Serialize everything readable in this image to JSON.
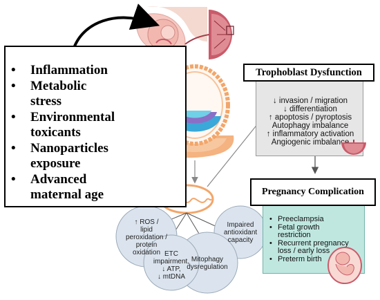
{
  "risk_factors": [
    {
      "bullet": "•",
      "lines": [
        "Inflammation"
      ]
    },
    {
      "bullet": "•",
      "lines": [
        "Metabolic",
        "stress"
      ]
    },
    {
      "bullet": "•",
      "lines": [
        "Environmental",
        "toxicants"
      ]
    },
    {
      "bullet": "•",
      "lines": [
        "Nanoparticles",
        "exposure"
      ]
    },
    {
      "bullet": "•",
      "lines": [
        "Advanced",
        "maternal age"
      ]
    }
  ],
  "trophoblast": {
    "title": "Trophoblast Dysfunction",
    "effects": [
      "↓ invasion / migration",
      "↓ differentiation",
      "↑ apoptosis / pyroptosis",
      "Autophagy imbalance",
      "↑ inflammatory activation",
      "Angiogenic imbalance"
    ]
  },
  "pregnancy": {
    "title": "Pregnancy Complication",
    "items": [
      {
        "bullet": "•",
        "lines": [
          "Preeclampsia"
        ]
      },
      {
        "bullet": "•",
        "lines": [
          "Fetal growth",
          "restriction"
        ]
      },
      {
        "bullet": "•",
        "lines": [
          "Recurrent pregnancy",
          "loss / early loss"
        ]
      },
      {
        "bullet": "•",
        "lines": [
          "Preterm birth"
        ]
      }
    ]
  },
  "mito_effects": [
    {
      "id": "ros",
      "lines": [
        "↑ ROS /",
        "lipid",
        "peroxidation /",
        "protein",
        "oxidation"
      ]
    },
    {
      "id": "etc",
      "lines": [
        "ETC",
        "impairment,",
        "↓ ATP,",
        "↓ mtDNA"
      ]
    },
    {
      "id": "mitophagy",
      "lines": [
        "Mitophagy",
        "dysregulation"
      ]
    },
    {
      "id": "antioxidant",
      "lines": [
        "Impaired",
        "antioxidant",
        "capacity"
      ]
    }
  ],
  "colors": {
    "trophoblast_fill": "#e6e6e6",
    "pregnancy_fill": "#bfe7e0",
    "circle_fill": "#dbe4ee",
    "circle_stroke": "#9aa9b8",
    "placenta": "#c95b6a",
    "orange": "#f2a66a",
    "blue_layer": "#3aa8d8",
    "purple_layer": "#8a6fc6",
    "skin": "#f3d9cf"
  },
  "icons": [
    "pregnant-woman-icon",
    "placenta-icon",
    "embryo-implantation-icon",
    "mitochondrion-icon",
    "fetus-icon"
  ]
}
